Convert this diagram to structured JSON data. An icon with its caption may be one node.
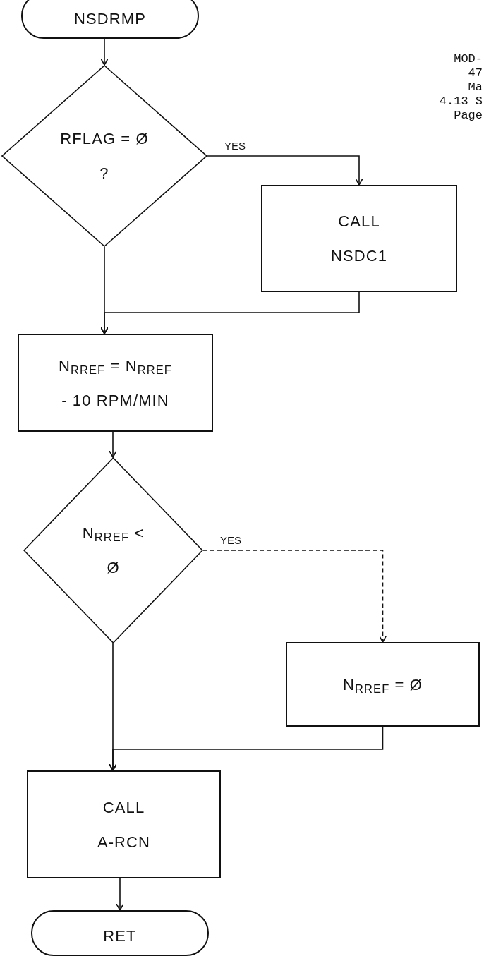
{
  "diagram": {
    "nodes": [
      {
        "text": [
          "NSDRMP"
        ]
      },
      {
        "text": [
          "RFLAG = Ø",
          "?"
        ]
      },
      {
        "text": [
          "CALL",
          "NSDC1"
        ]
      },
      {
        "text": [
          "N$_{RREF}$ = N$_{RREF}$",
          "- 10 RPM/MIN"
        ]
      },
      {
        "text": [
          "N$_{RREF}$ <",
          "Ø"
        ]
      },
      {
        "text": [
          "N$_{RREF}$ = Ø"
        ]
      },
      {
        "text": [
          "CALL",
          "A-RCN"
        ]
      },
      {
        "text": [
          "RET"
        ]
      }
    ],
    "edges": [
      {
        "from": 0,
        "to": 1,
        "arrow": "to"
      },
      {
        "from": 1,
        "to": 2,
        "arrow": "to",
        "label": "YES"
      },
      {
        "from": 2,
        "to": 3,
        "arrow": "to"
      },
      {
        "from": 1,
        "to": 3,
        "arrow": "to"
      },
      {
        "from": 3,
        "to": 4,
        "arrow": "to"
      },
      {
        "from": 4,
        "to": 5,
        "arrow": "to",
        "label": "YES",
        "style": "dashed"
      },
      {
        "from": 5,
        "to": 6,
        "arrow": "to"
      },
      {
        "from": 4,
        "to": 6,
        "arrow": "to"
      },
      {
        "from": 6,
        "to": 7,
        "arrow": "to"
      }
    ],
    "labels": [
      "MOD-",
      "47",
      "Ma",
      "4.13 S",
      "Page"
    ]
  }
}
